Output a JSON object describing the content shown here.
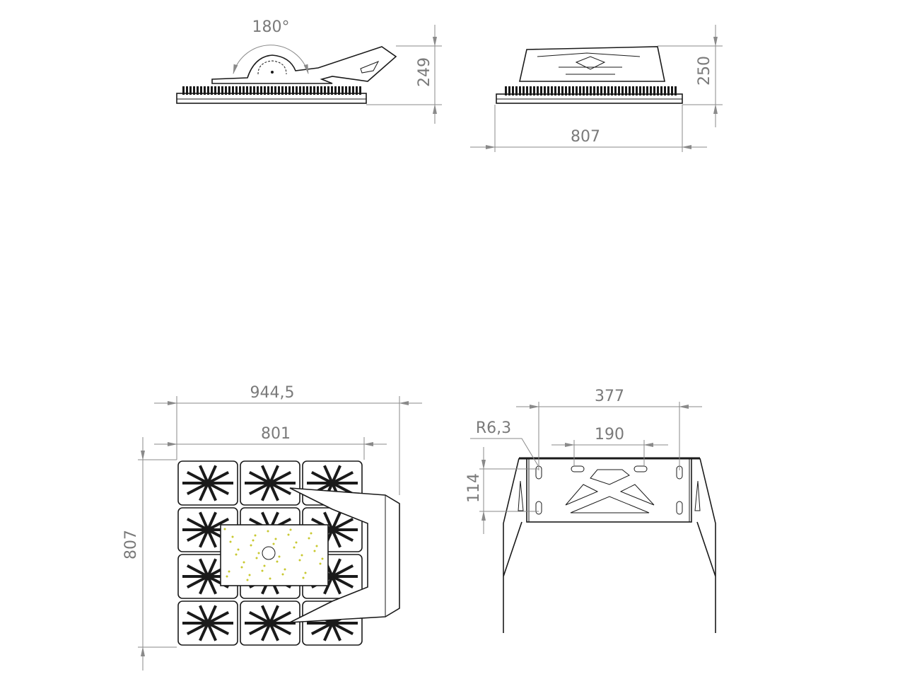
{
  "views": {
    "side_view": {
      "angle_label": "180°",
      "height_label": "249"
    },
    "front_view": {
      "height_label": "250",
      "width_label": "807"
    },
    "top_view": {
      "overall_width_label": "944,5",
      "body_width_label": "801",
      "depth_label": "807"
    },
    "bracket_view": {
      "hole_spacing_outer_label": "377",
      "hole_spacing_inner_label": "190",
      "vertical_spacing_label": "114",
      "hole_radius_label": "R6,3"
    }
  },
  "colors": {
    "line": "#1a1a1a",
    "dimension": "#8a8a8a",
    "led": "#c8c830"
  }
}
